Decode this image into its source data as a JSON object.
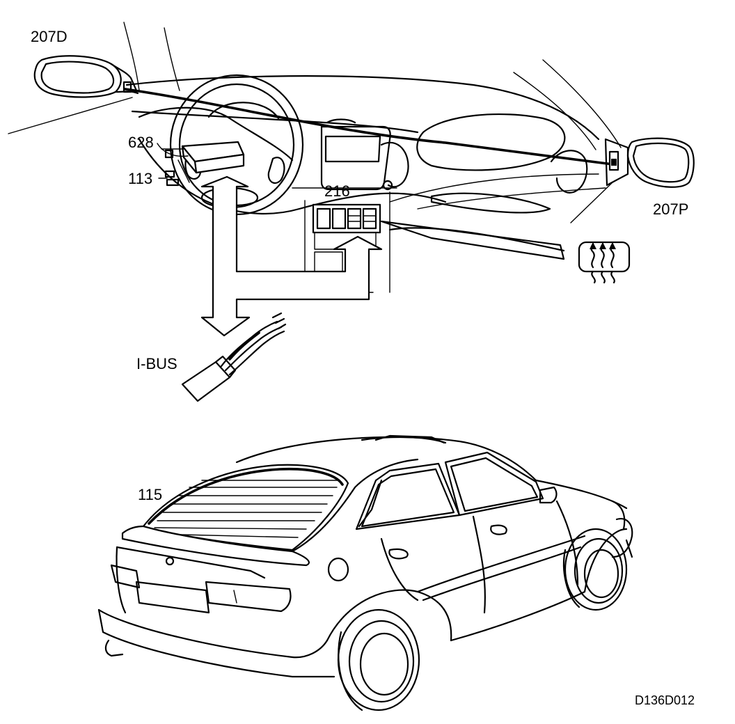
{
  "labels": {
    "mirror_driver": "207D",
    "mirror_passenger": "207P",
    "unit_628": "628",
    "unit_113": "113",
    "switch_216": "216",
    "ibus": "I-BUS",
    "rear_window": "115",
    "figure_code": "D136D012"
  },
  "icons": {
    "rear_defrost": "rear-window-defrost-icon"
  },
  "colors": {
    "ink": "#000000",
    "paper": "#ffffff"
  }
}
